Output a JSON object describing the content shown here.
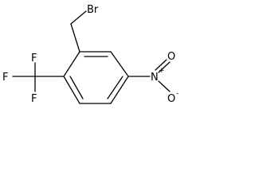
{
  "molecule": {
    "atoms": {
      "bromine": "Br",
      "fluorine_1": "F",
      "fluorine_2": "F",
      "fluorine_3": "F",
      "nitro_nitrogen": "N",
      "nitro_oxygen_top": "O",
      "nitro_oxygen_bottom": "O"
    },
    "charges": {
      "nitrogen": "+",
      "oxygen": "-"
    }
  }
}
